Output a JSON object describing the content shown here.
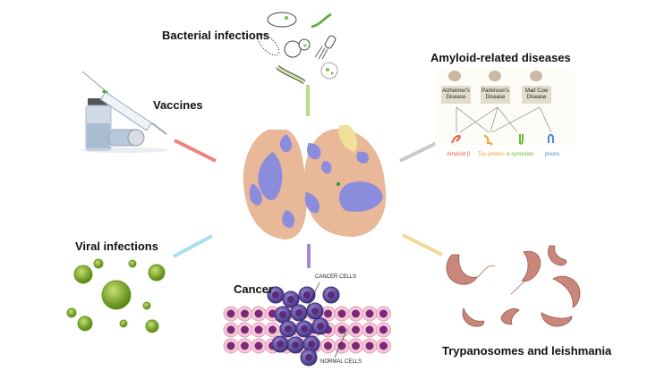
{
  "title": "Ribosome-targeting therapeutic applications",
  "center": {
    "name": "ribosome-structure"
  },
  "connector_colors": {
    "vaccines": "#f08478",
    "bacterial": "#b9dc8c",
    "amyloid": "#c8c8c8",
    "viral": "#a8e0ee",
    "cancer": "#a98ac8",
    "trypanosomes": "#f4d894"
  },
  "nodes": {
    "bacterial": {
      "label": "Bacterial infections"
    },
    "vaccines": {
      "label": "Vaccines"
    },
    "amyloid": {
      "label": "Amyloid-related diseases",
      "diseases": [
        "Alzheimer's Disease",
        "Parkinson's Disease",
        "Mad Cow Disease"
      ],
      "proteins": [
        {
          "name": "Amyloid β",
          "color": "#e8583a"
        },
        {
          "name": "Tau protein",
          "color": "#f0a030"
        },
        {
          "name": "α-synuclein",
          "color": "#6ab832"
        },
        {
          "name": "prions",
          "color": "#4a88d0"
        }
      ]
    },
    "viral": {
      "label": "Viral infections"
    },
    "cancer": {
      "label": "Cancer",
      "annotations": {
        "cancer_cells": "CANCER CELLS",
        "normal_cells": "NORMAL CELLS"
      }
    },
    "trypanosomes": {
      "label": "Trypanosomes and leishmania"
    }
  }
}
